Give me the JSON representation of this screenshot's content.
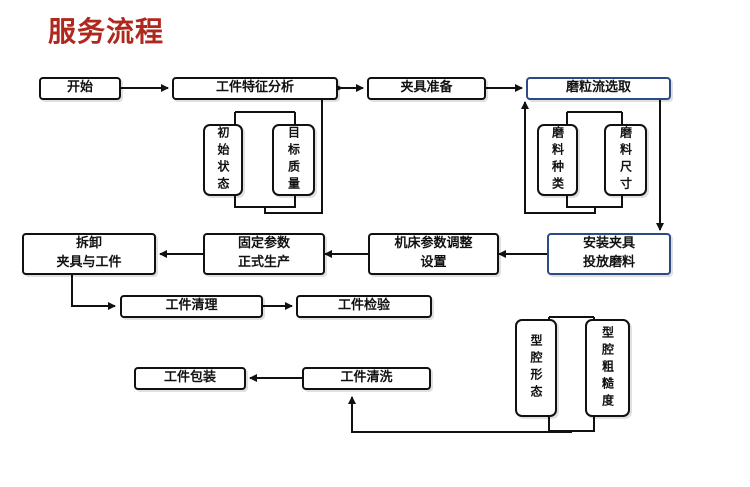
{
  "title": "服务流程",
  "nodes": {
    "start": "开始",
    "feature_analysis": "工件特征分析",
    "fixture_prep": "夹具准备",
    "abrasive_select": "磨粒流选取",
    "initial_state": "初始状态",
    "target_quality": "目标质量",
    "abrasive_type": "磨料种类",
    "abrasive_size": "磨料尺寸",
    "install_line1": "安装夹具",
    "install_line2": "投放磨料",
    "machine_line1": "机床参数调整",
    "machine_line2": "设置",
    "fixed_line1": "固定参数",
    "fixed_line2": "正式生产",
    "remove_line1": "拆卸",
    "remove_line2": "夹具与工件",
    "cleanup": "工件清理",
    "inspection": "工件检验",
    "cavity_shape": "型腔形态",
    "cavity_rough": "型腔粗糙度",
    "washing": "工件清洗",
    "packaging": "工件包装"
  },
  "colors": {
    "title": "#b0281d",
    "stroke": "#111111",
    "accent_border": "#2c4a86"
  }
}
